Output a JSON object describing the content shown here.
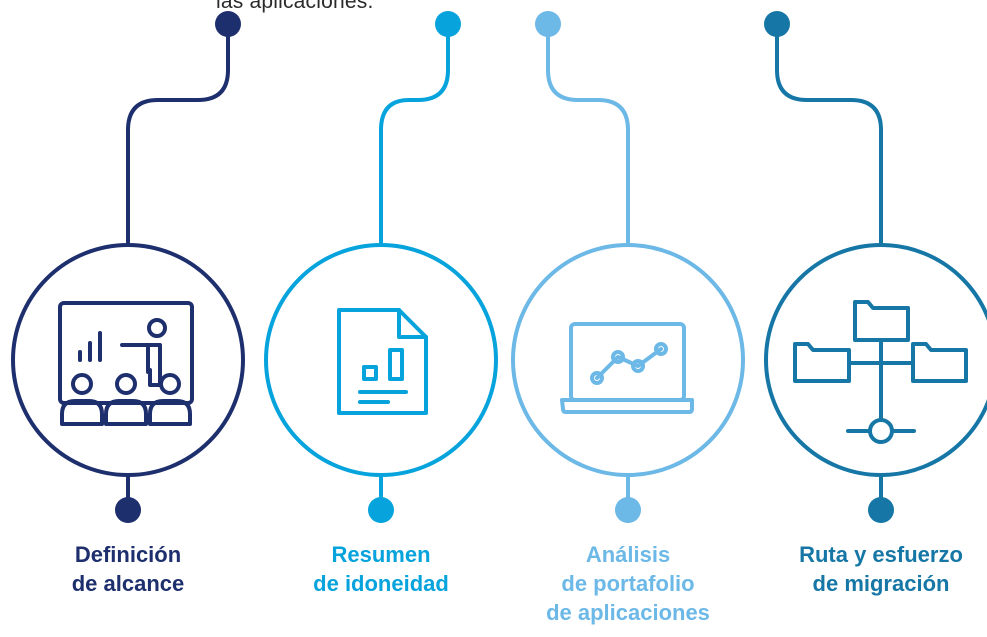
{
  "intro": {
    "text": "las aplicaciones."
  },
  "steps": [
    {
      "id": "scope",
      "color": "#1e2f6e",
      "icon": "presentation-icon",
      "label": [
        "Definición",
        "de alcance"
      ]
    },
    {
      "id": "suitability",
      "color": "#06a3dc",
      "icon": "report-document-icon",
      "label": [
        "Resumen",
        "de idoneidad"
      ]
    },
    {
      "id": "portfolio",
      "color": "#6cb8e6",
      "icon": "laptop-line-chart-icon",
      "label": [
        "Análisis",
        "de portafolio",
        "de aplicaciones"
      ]
    },
    {
      "id": "migration",
      "color": "#1677a6",
      "icon": "folder-network-icon",
      "label": [
        "Ruta y esfuerzo",
        "de migración"
      ]
    }
  ]
}
